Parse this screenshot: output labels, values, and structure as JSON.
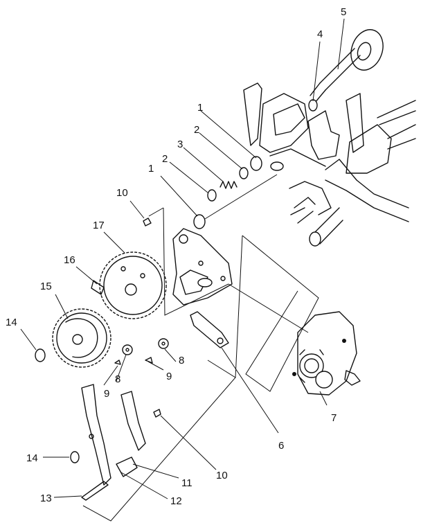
{
  "diagram": {
    "callouts": [
      {
        "id": "c1a",
        "text": "1"
      },
      {
        "id": "c1b",
        "text": "1"
      },
      {
        "id": "c2a",
        "text": "2"
      },
      {
        "id": "c2b",
        "text": "2"
      },
      {
        "id": "c3",
        "text": "3"
      },
      {
        "id": "c4",
        "text": "4"
      },
      {
        "id": "c5",
        "text": "5"
      },
      {
        "id": "c6",
        "text": "6"
      },
      {
        "id": "c7",
        "text": "7"
      },
      {
        "id": "c8a",
        "text": "8"
      },
      {
        "id": "c8b",
        "text": "8"
      },
      {
        "id": "c9a",
        "text": "9"
      },
      {
        "id": "c9b",
        "text": "9"
      },
      {
        "id": "c10a",
        "text": "10"
      },
      {
        "id": "c10b",
        "text": "10"
      },
      {
        "id": "c11",
        "text": "11"
      },
      {
        "id": "c12",
        "text": "12"
      },
      {
        "id": "c13",
        "text": "13"
      },
      {
        "id": "c14a",
        "text": "14"
      },
      {
        "id": "c14b",
        "text": "14"
      },
      {
        "id": "c15",
        "text": "15"
      },
      {
        "id": "c16",
        "text": "16"
      },
      {
        "id": "c17",
        "text": "17"
      }
    ]
  }
}
